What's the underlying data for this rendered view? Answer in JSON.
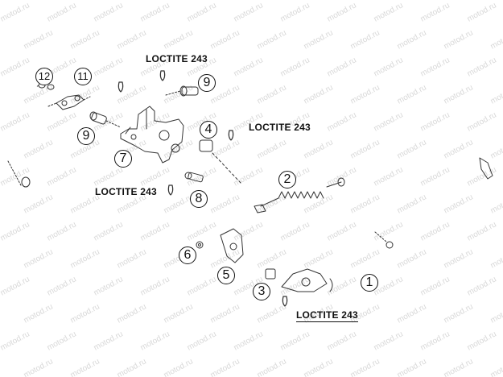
{
  "watermark": "motod.ru",
  "loctite_label": "LOCTITE 243",
  "callouts": {
    "c1": "1",
    "c2": "2",
    "c3": "3",
    "c4": "4",
    "c5": "5",
    "c6": "6",
    "c7": "7",
    "c8": "8",
    "c9a": "9",
    "c9b": "9",
    "c11": "11",
    "c12": "12"
  }
}
